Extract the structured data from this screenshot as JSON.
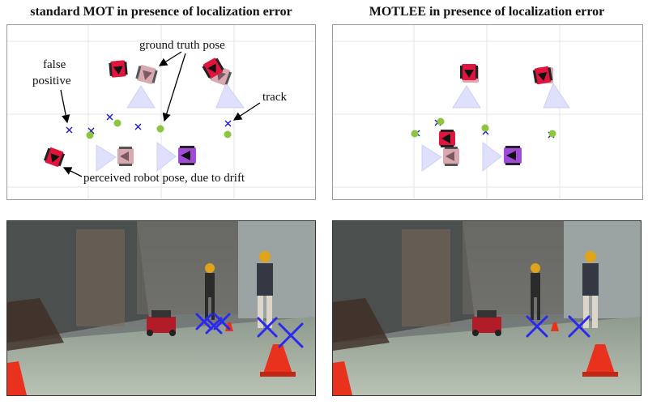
{
  "panels": [
    {
      "title": "standard MOT in presence of localization error"
    },
    {
      "title": "MOTLEE in presence of localization error"
    }
  ],
  "annotations": {
    "false_positive": [
      "false",
      "positive"
    ],
    "ground_truth_pose": "ground truth pose",
    "track": "track",
    "perceived_pose": "perceived robot pose, due to drift"
  },
  "colors": {
    "robot_red": "#e0143c",
    "robot_pink": "#d9a9b2",
    "robot_purple": "#a24bd8",
    "fov_cone": "#dfe0fb",
    "detection_x": "#1a1acc",
    "track_dot": "#8cc63f",
    "photo_x": "#2a2aee",
    "cone_orange": "#e8321e"
  }
}
